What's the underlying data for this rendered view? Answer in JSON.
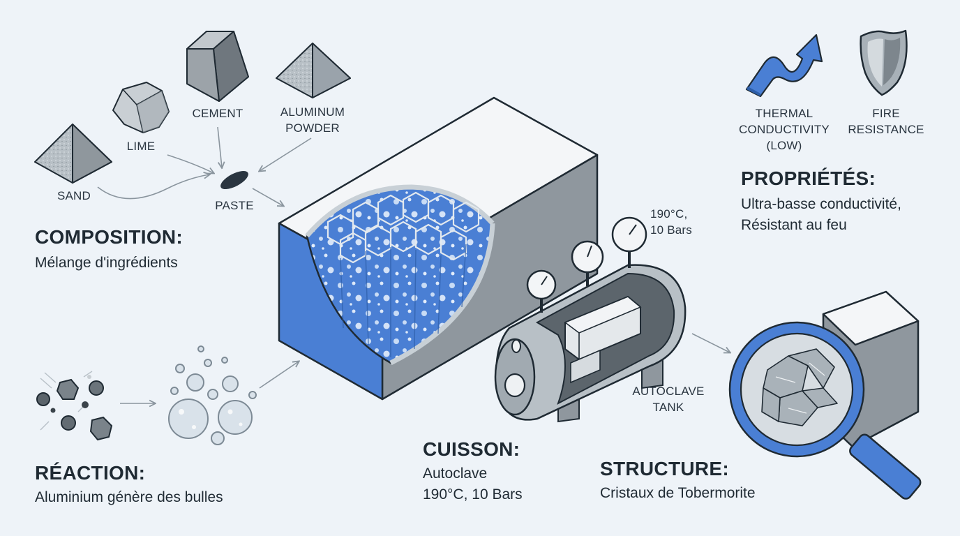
{
  "ingredients": {
    "sand": "SAND",
    "lime": "LIME",
    "cement": "CEMENT",
    "aluminum_line1": "ALUMINUM",
    "aluminum_line2": "POWDER",
    "paste": "PASTE"
  },
  "composition": {
    "title": "COMPOSITION:",
    "text": "Mélange d'ingrédients"
  },
  "reaction": {
    "title": "RÉACTION:",
    "text": "Aluminium génère des bulles"
  },
  "autoclave": {
    "gauge_label_line1": "190°C,",
    "gauge_label_line2": "10 Bars",
    "tank_line1": "AUTOCLAVE",
    "tank_line2": "TANK"
  },
  "cuisson": {
    "title": "CUISSON:",
    "text_line1": "Autoclave",
    "text_line2": "190°C, 10 Bars"
  },
  "structure": {
    "title": "STRUCTURE:",
    "text": "Cristaux de Tobermorite"
  },
  "properties_icons": {
    "thermal_line1": "THERMAL",
    "thermal_line2": "CONDUCTIVITY",
    "thermal_line3": "(LOW)",
    "fire_line1": "FIRE",
    "fire_line2": "RESISTANCE"
  },
  "proprietes": {
    "title": "PROPRIÉTÉS:",
    "text_line1": "Ultra-basse conductivité,",
    "text_line2": "Résistant au feu"
  },
  "colors": {
    "accent_blue": "#4a7fd4",
    "steel_gray": "#9aa3ab",
    "outline": "#1f2a33",
    "background": "#eef3f8"
  }
}
